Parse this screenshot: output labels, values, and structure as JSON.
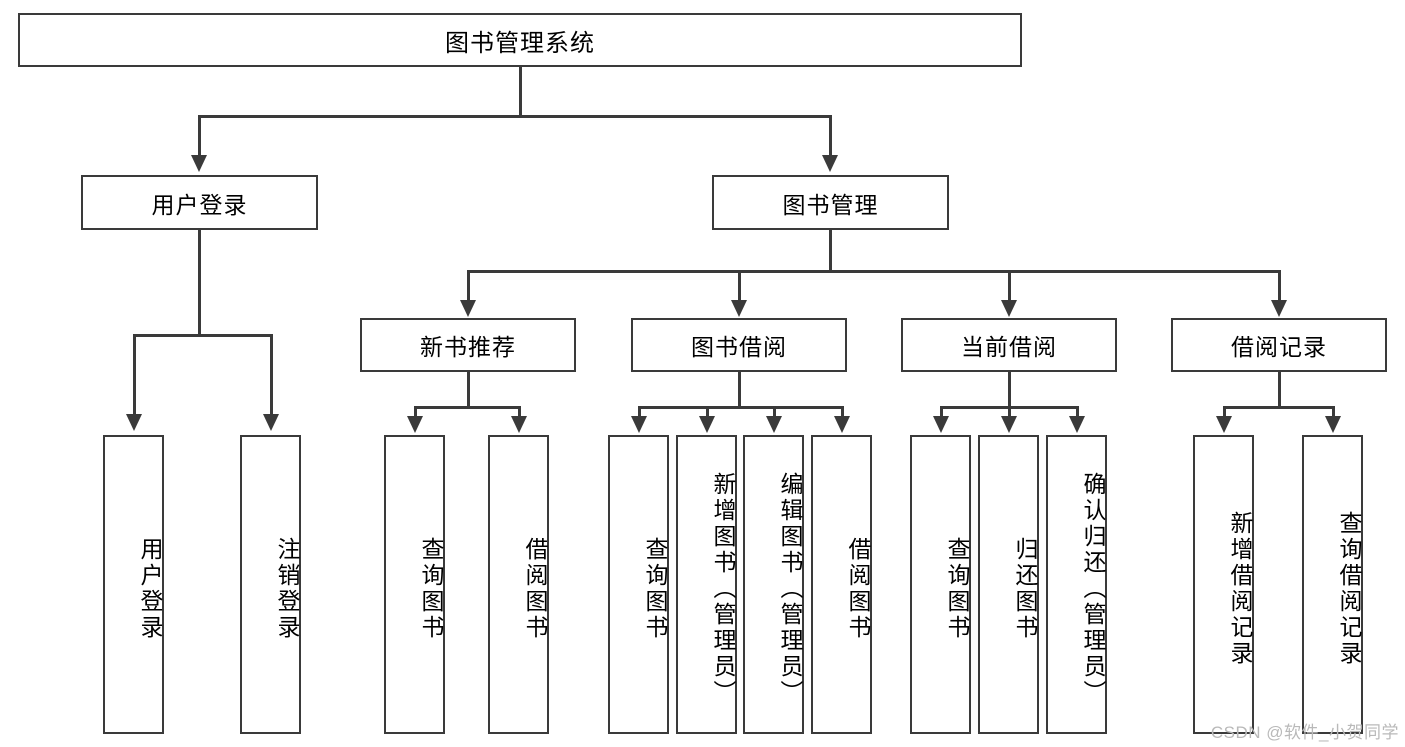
{
  "diagram": {
    "title": "图书管理系统",
    "watermark": "CSDN @软件_小贺同学",
    "accent_color": "#3a3a3a",
    "background_color": "#ffffff",
    "root": {
      "label": "图书管理系统"
    },
    "level2": [
      {
        "label": "用户登录"
      },
      {
        "label": "图书管理"
      }
    ],
    "level3": [
      {
        "label": "新书推荐"
      },
      {
        "label": "图书借阅"
      },
      {
        "label": "当前借阅"
      },
      {
        "label": "借阅记录"
      }
    ],
    "leaves": {
      "user_login": [
        {
          "label": "用户登录"
        },
        {
          "label": "注销登录"
        }
      ],
      "new_book_recommend": [
        {
          "label": "查询图书"
        },
        {
          "label": "借阅图书"
        }
      ],
      "book_borrow": [
        {
          "label": "查询图书"
        },
        {
          "label": "新增图书（管理员）"
        },
        {
          "label": "编辑图书（管理员）"
        },
        {
          "label": "借阅图书"
        }
      ],
      "current_borrow": [
        {
          "label": "查询图书"
        },
        {
          "label": "归还图书"
        },
        {
          "label": "确认归还（管理员）"
        }
      ],
      "borrow_record": [
        {
          "label": "新增借阅记录"
        },
        {
          "label": "查询借阅记录"
        }
      ]
    }
  }
}
